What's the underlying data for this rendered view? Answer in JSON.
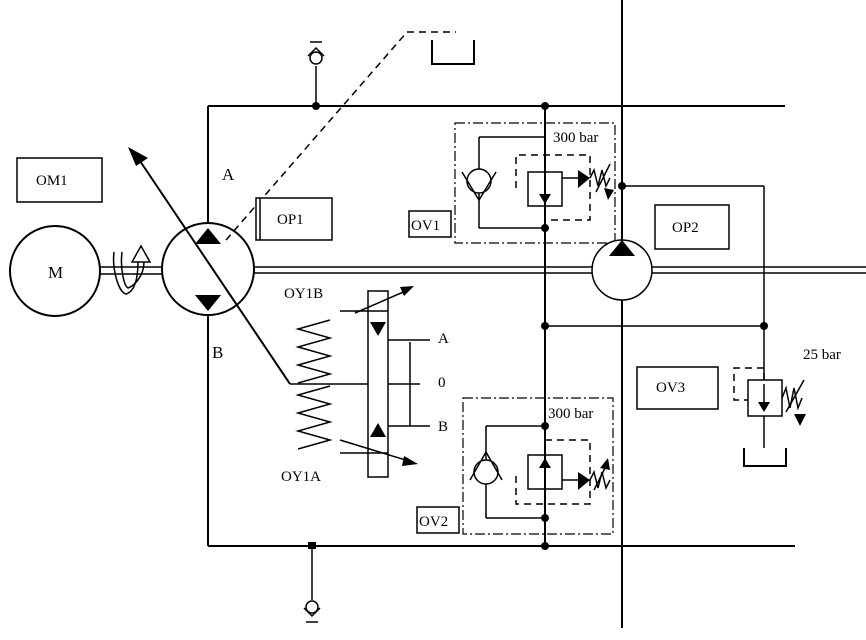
{
  "motor": {
    "symbol": "M"
  },
  "ports": {
    "a": "A",
    "b": "B"
  },
  "tags": {
    "om1": "OM1",
    "op1": "OP1",
    "op2": "OP2",
    "ov1": "OV1",
    "ov2": "OV2",
    "ov3": "OV3",
    "oy1a": "OY1A",
    "oy1b": "OY1B"
  },
  "valve_positions": {
    "a": "A",
    "zero": "0",
    "b": "B"
  },
  "pressures": {
    "ov1": "300 bar",
    "ov2": "300 bar",
    "ov3": "25 bar"
  }
}
